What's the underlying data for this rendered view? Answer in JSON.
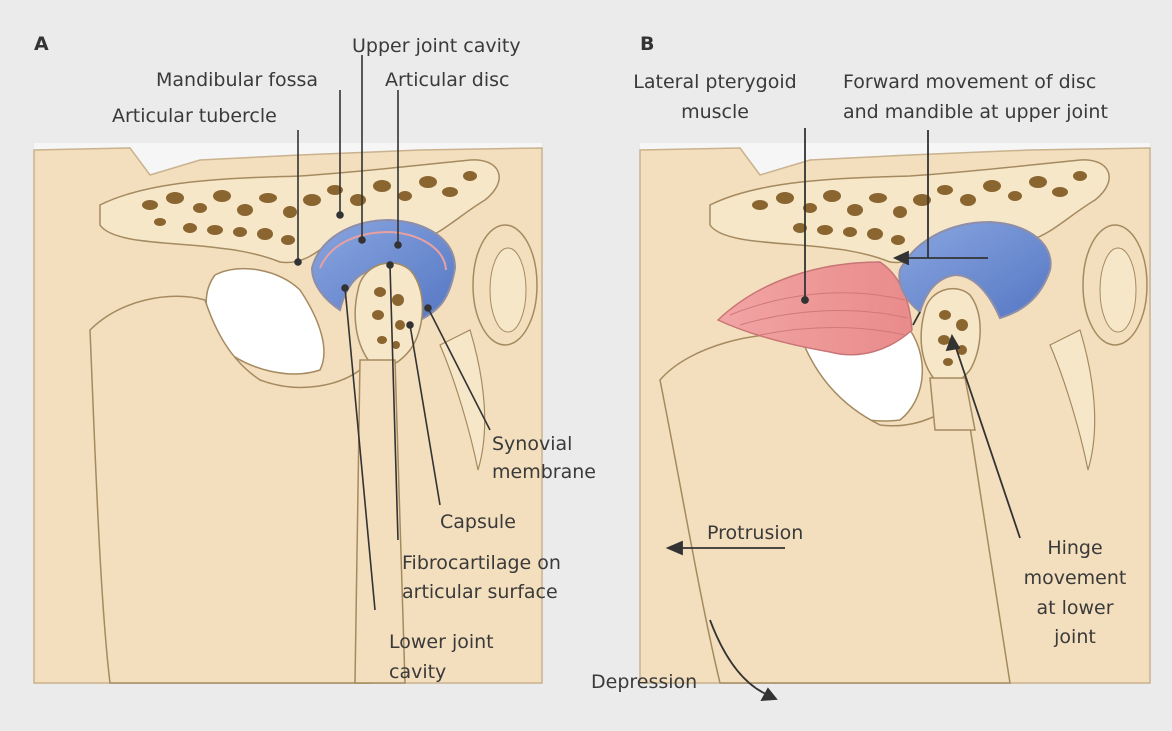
{
  "figure": {
    "panel_a": {
      "letter": "A",
      "labels": {
        "upper_joint_cavity": "Upper joint cavity",
        "mandibular_fossa": "Mandibular fossa",
        "articular_disc": "Articular disc",
        "articular_tubercle": "Articular tubercle",
        "synovial_membrane_1": "Synovial",
        "synovial_membrane_2": "membrane",
        "capsule": "Capsule",
        "fibrocartilage_1": "Fibrocartilage on",
        "fibrocartilage_2": "articular surface",
        "lower_joint_cavity_1": "Lower joint",
        "lower_joint_cavity_2": "cavity"
      }
    },
    "panel_b": {
      "letter": "B",
      "labels": {
        "lateral_pterygoid_1": "Lateral pterygoid",
        "lateral_pterygoid_2": "muscle",
        "forward_movement_1": "Forward movement of disc",
        "forward_movement_2": "and mandible at upper joint",
        "protrusion": "Protrusion",
        "hinge_1": "Hinge",
        "hinge_2": "movement",
        "hinge_3": "at lower",
        "hinge_4": "joint",
        "depression": "Depression"
      }
    },
    "colors": {
      "background": "#ebebeb",
      "panel_bg": "#ffffff",
      "bone": "#f3dfbd",
      "bone_line": "#c9b28d",
      "spongy_bone": "#8a6530",
      "disc_blue": "#6f8fd0",
      "membrane_pink": "#e8a0a0",
      "muscle_red": "#ef9a9a",
      "leader_line": "#333333"
    }
  }
}
